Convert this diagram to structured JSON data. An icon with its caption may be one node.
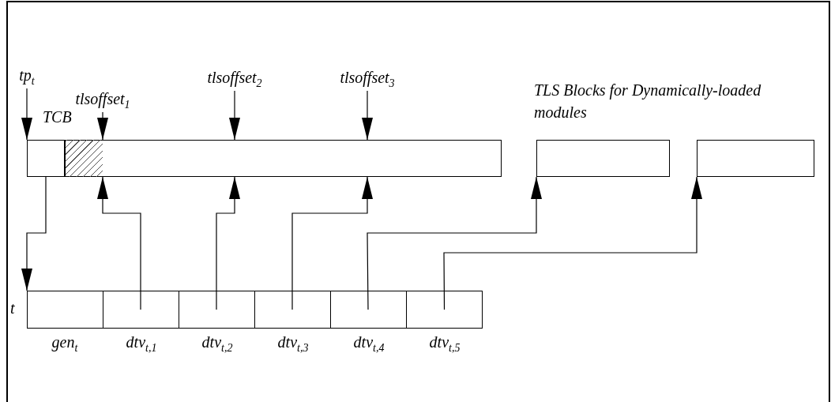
{
  "diagram": {
    "nodes": [
      {
        "text": [
          "tp$_{t}$"
        ]
      },
      {
        "text": [
          "tlsoffset$_{1}$"
        ]
      },
      {
        "text": [
          "tlsoffset$_{2}$"
        ]
      },
      {
        "text": [
          "tlsoffset$_{3}$"
        ]
      },
      {
        "text": [],
        "shape": "bar"
      },
      {
        "text": [
          "TCB"
        ]
      },
      {
        "text": [],
        "shape": "box",
        "in": 4
      },
      {
        "text": [],
        "shape": "box"
      },
      {
        "text": [],
        "shape": "box"
      },
      {
        "text": [
          "t"
        ]
      },
      {
        "text": [
          "gen$_{t}$"
        ],
        "in": 9
      },
      {
        "text": [
          "dtv$_{t,1}$"
        ],
        "in": 9
      },
      {
        "text": [
          "dtv$_{t,2}$"
        ],
        "in": 9
      },
      {
        "text": [
          "dtv$_{t,3}$"
        ],
        "in": 9
      },
      {
        "text": [
          "dtv$_{t,4}$"
        ],
        "in": 9
      },
      {
        "text": [
          "dtv$_{t,5}$"
        ],
        "in": 9
      }
    ],
    "edges": [
      {
        "from": 0,
        "to": 4,
        "arrow": "to"
      },
      {
        "from": 1,
        "to": 4,
        "arrow": "to"
      },
      {
        "from": 2,
        "to": 4,
        "arrow": "to"
      },
      {
        "from": 3,
        "to": 4,
        "arrow": "to"
      },
      {
        "from": 5,
        "to": 9,
        "arrow": "to"
      },
      {
        "from": 11,
        "to": 4,
        "arrow": "to"
      },
      {
        "from": 12,
        "to": 4,
        "arrow": "to"
      },
      {
        "from": 13,
        "to": 4,
        "arrow": "to"
      },
      {
        "from": 14,
        "to": 7,
        "arrow": "to"
      },
      {
        "from": 15,
        "to": 8,
        "arrow": "to"
      }
    ],
    "labels": [
      "TLS Blocks for Dynamically-loaded modules"
    ]
  }
}
